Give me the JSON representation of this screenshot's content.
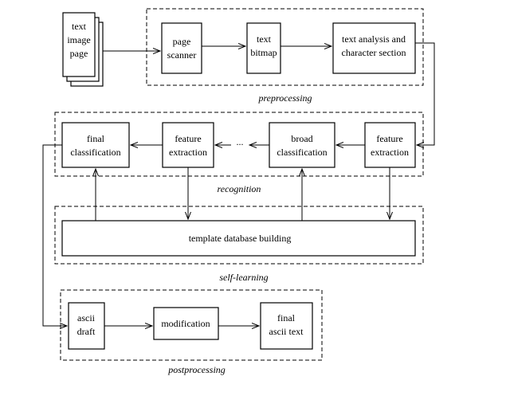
{
  "input": {
    "line1": "text",
    "line2": "image",
    "line3": "page"
  },
  "preprocessing": {
    "label": "preprocessing",
    "page_scanner": {
      "line1": "page",
      "line2": "scanner"
    },
    "text_bitmap": {
      "line1": "text",
      "line2": "bitmap"
    },
    "text_analysis": {
      "line1": "text analysis and",
      "line2": "character section"
    }
  },
  "recognition": {
    "label": "recognition",
    "final_classification": {
      "line1": "final",
      "line2": "classification"
    },
    "feature_extraction_left": {
      "line1": "feature",
      "line2": "extraction"
    },
    "ellipsis": "...",
    "broad_classification": {
      "line1": "broad",
      "line2": "classification"
    },
    "feature_extraction_right": {
      "line1": "feature",
      "line2": "extraction"
    }
  },
  "self_learning": {
    "label": "self-learning",
    "template_database": "template database building"
  },
  "postprocessing": {
    "label": "postprocessing",
    "ascii_draft": {
      "line1": "ascii",
      "line2": "draft"
    },
    "modification": "modification",
    "final_ascii": {
      "line1": "final",
      "line2": "ascii text"
    }
  }
}
